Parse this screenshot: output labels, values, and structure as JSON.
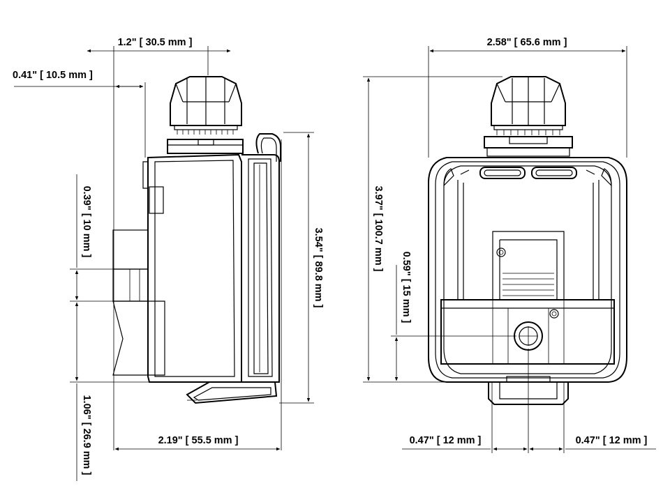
{
  "colors": {
    "line": "#000000",
    "background": "#ffffff",
    "detail": "#777777"
  },
  "dimensions": {
    "side_depth_top": "1.2\" [ 30.5 mm ]",
    "side_offset": "0.41\" [ 10.5 mm ]",
    "side_vertical_small": "0.39\" [ 10 mm ]",
    "side_height": "3.54\" [ 89.8 mm ]",
    "side_lower": "1.06\" [ 26.9 mm ]",
    "side_depth": "2.19\" [ 55.5 mm ]",
    "front_width": "2.58\" [ 65.6 mm ]",
    "front_height": "3.97\" [ 100.7 mm ]",
    "front_hole_height": "0.59\" [ 15 mm ]",
    "front_left_offset": "0.47\" [ 12 mm ]",
    "front_right_offset": "0.47\" [ 12 mm ]"
  }
}
